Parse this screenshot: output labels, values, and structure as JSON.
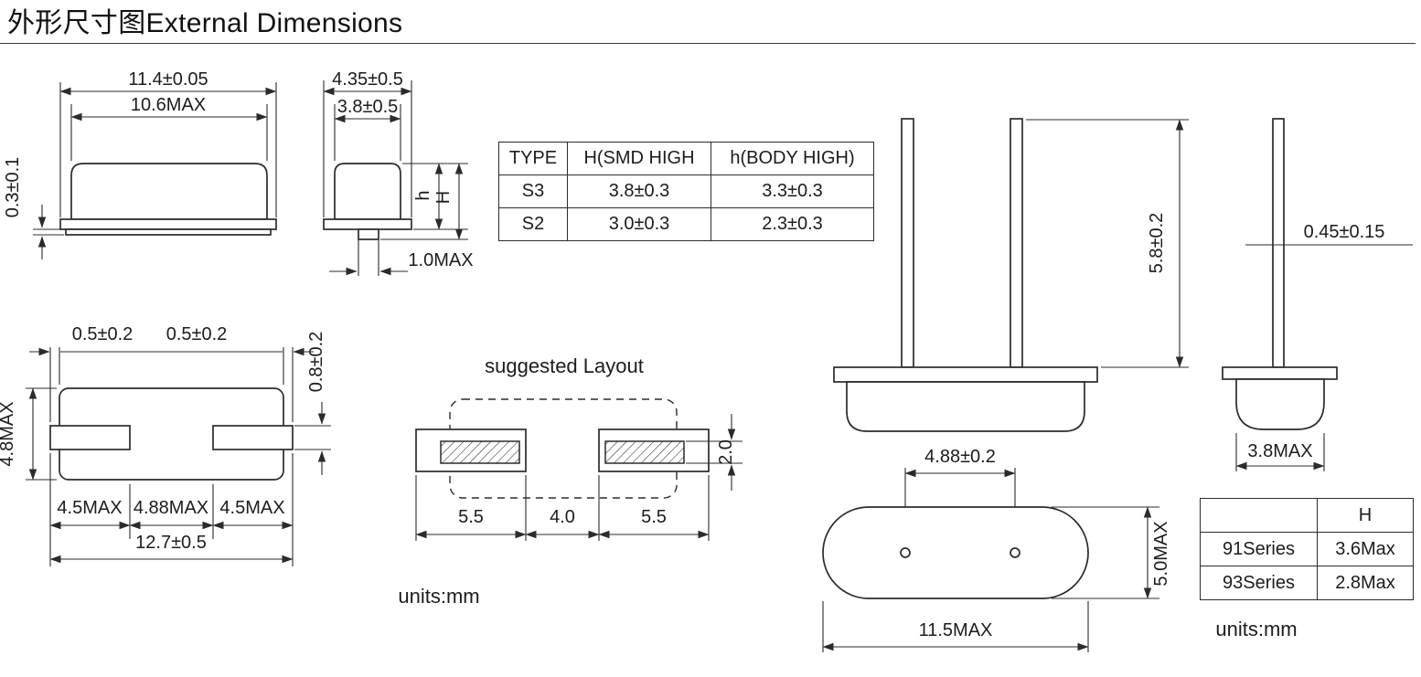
{
  "colors": {
    "ink": "#2b2b2b",
    "background": "#ffffff"
  },
  "header": {
    "title": "外形尺寸图External Dimensions"
  },
  "smd_side_view": {
    "dim_total_width": "11.4±0.05",
    "dim_body_width": "10.6MAX",
    "dim_standoff_height": "0.3±0.1"
  },
  "smd_end_view": {
    "dim_total_width": "4.35±0.5",
    "dim_body_width": "3.8±0.5",
    "label_body_height": "h",
    "label_total_height": "H",
    "dim_lead_width": "1.0MAX"
  },
  "type_table": {
    "headers": [
      "TYPE",
      "H(SMD HIGH",
      "h(BODY HIGH)"
    ],
    "rows": [
      [
        "S3",
        "3.8±0.3",
        "3.3±0.3"
      ],
      [
        "S2",
        "3.0±0.3",
        "2.3±0.3"
      ]
    ]
  },
  "smd_bottom_view": {
    "dim_overhang_left": "0.5±0.2",
    "dim_overhang_right": "0.5±0.2",
    "dim_pad_height": "0.8±0.2",
    "dim_body_width": "4.8MAX",
    "dim_pad_left": "4.5MAX",
    "dim_pad_gap": "4.88MAX",
    "dim_pad_right": "4.5MAX",
    "dim_total_length": "12.7±0.5"
  },
  "suggested_layout": {
    "title": "suggested Layout",
    "dim_pad_left": "5.5",
    "dim_gap": "4.0",
    "dim_pad_right": "5.5",
    "dim_pad_height": "2.0",
    "units": "units:mm"
  },
  "th_front_view": {
    "dim_lead_length": "5.8±0.2"
  },
  "th_side_view": {
    "dim_lead_diameter": "0.45±0.15",
    "dim_body_thickness": "3.8MAX"
  },
  "th_top_view": {
    "dim_lead_spacing": "4.88±0.2",
    "dim_body_width": "5.0MAX",
    "dim_body_length": "11.5MAX"
  },
  "series_table": {
    "headers": [
      "",
      "H"
    ],
    "rows": [
      [
        "91Series",
        "3.6Max"
      ],
      [
        "93Series",
        "2.8Max"
      ]
    ],
    "units": "units:mm"
  }
}
